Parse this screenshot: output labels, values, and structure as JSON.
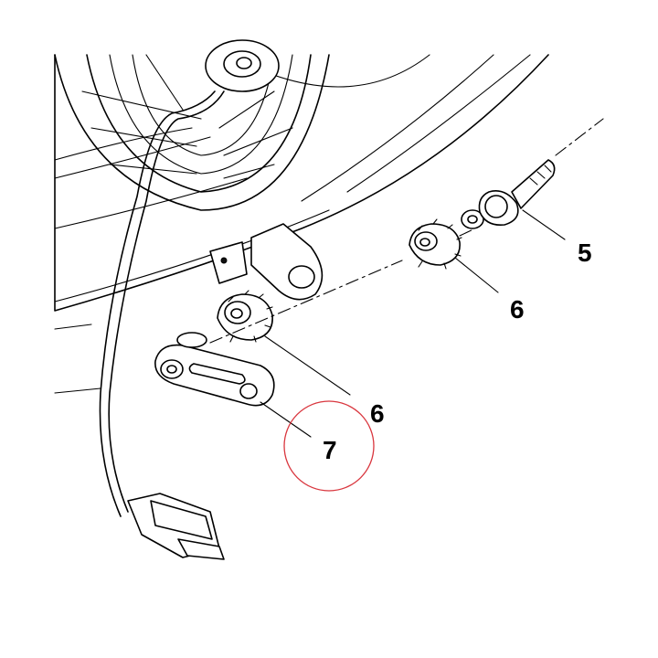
{
  "callouts": [
    {
      "id": "bolt",
      "label": "5"
    },
    {
      "id": "bushing-upper",
      "label": "6"
    },
    {
      "id": "bushing-lower",
      "label": "6"
    },
    {
      "id": "bracket",
      "label": "7"
    }
  ],
  "highlight_color": "#d9363e",
  "line_color": "#000000"
}
